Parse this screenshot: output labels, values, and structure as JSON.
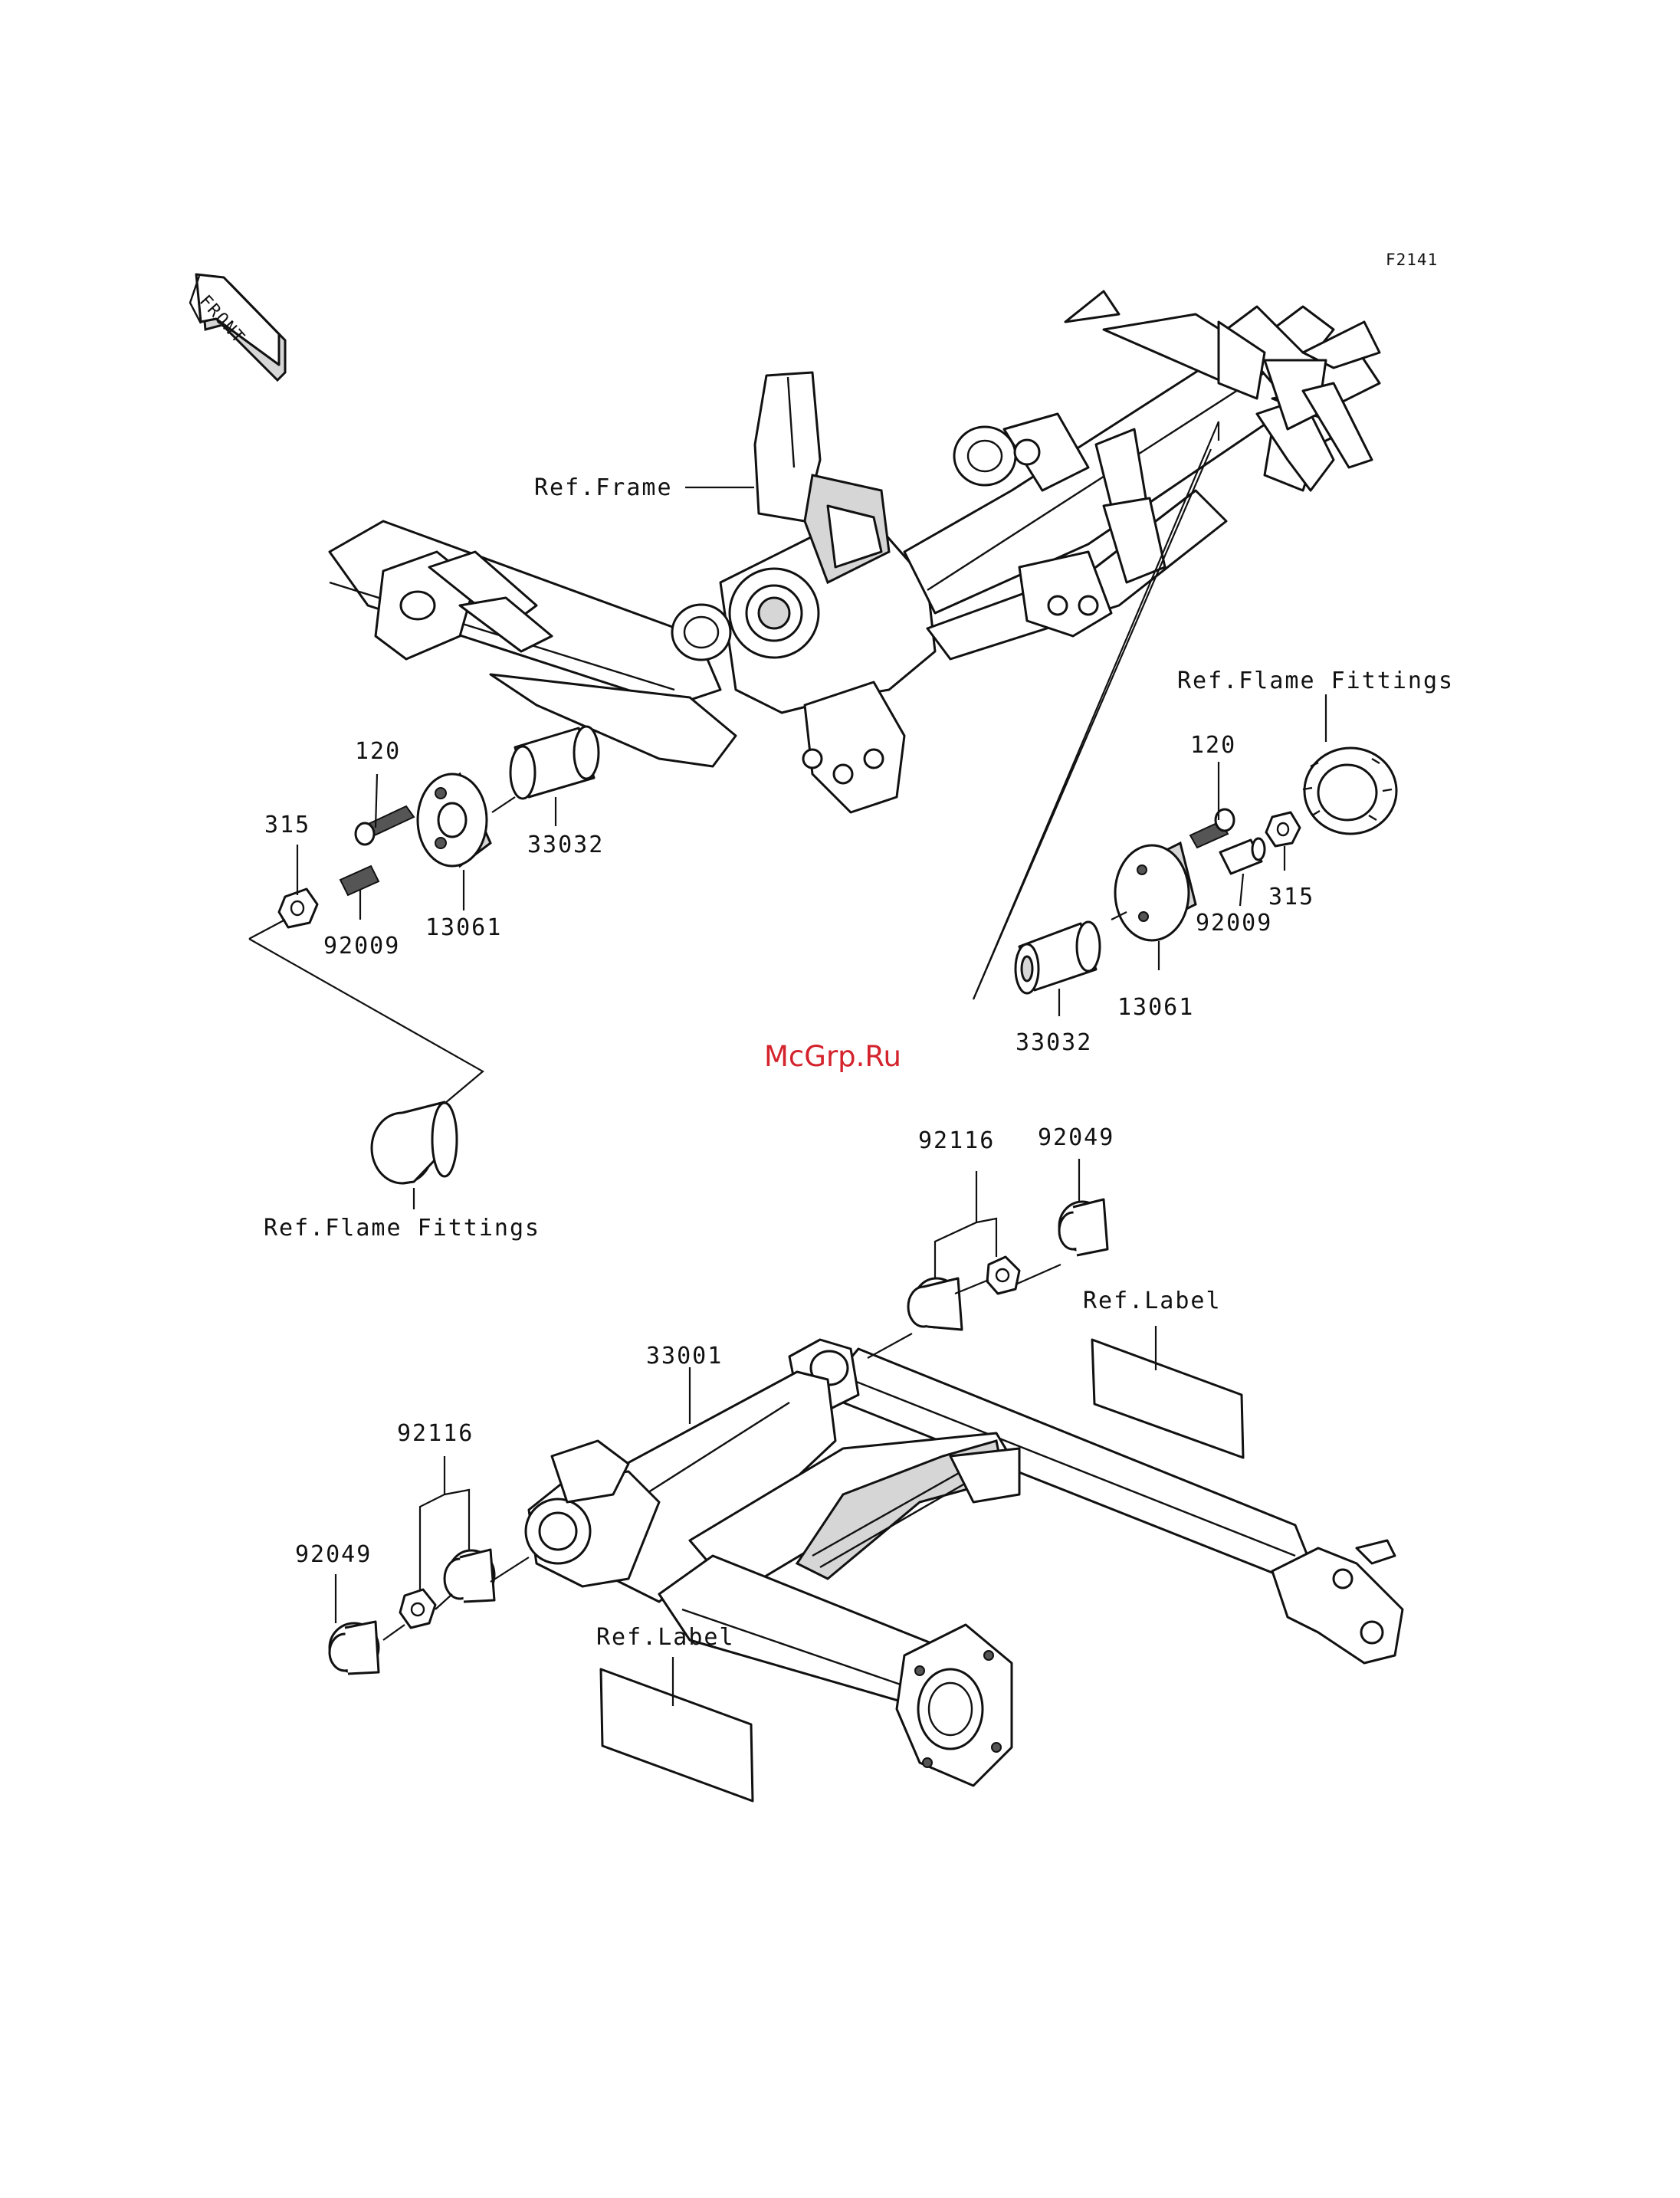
{
  "diagram_code": "F2141",
  "front_arrow_text": "FRONT",
  "watermark": "McGrp.Ru",
  "labels": {
    "ref_frame": "Ref.Frame",
    "ref_flame_fittings_right": "Ref.Flame Fittings",
    "ref_flame_fittings_left": "Ref.Flame Fittings",
    "ref_label_right": "Ref.Label",
    "ref_label_left": "Ref.Label"
  },
  "left_mount_parts": {
    "bolt": "120",
    "nut": "315",
    "collar": "92009",
    "plate": "13061",
    "bushing": "33032"
  },
  "right_mount_parts": {
    "bolt": "120",
    "nut": "315",
    "collar": "92009",
    "plate": "13061",
    "bushing": "33032"
  },
  "swingarm_parts": {
    "swingarm": "33001",
    "bearing_right": "92116",
    "seal_right": "92049",
    "bearing_left": "92116",
    "seal_left": "92049"
  },
  "colors": {
    "ink": "#111111",
    "watermark": "#d4232c"
  }
}
